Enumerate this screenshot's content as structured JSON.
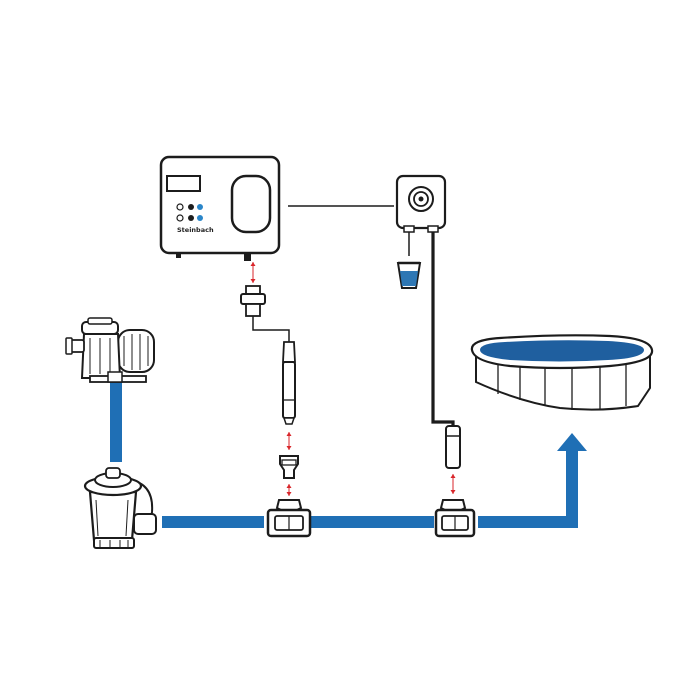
{
  "diagram": {
    "brand_label": "Steinbach",
    "colors": {
      "pipe": "#1f6fb5",
      "pool_water": "#1f5f9f",
      "outline": "#1c1c1c",
      "connector_arrow": "#d9262b",
      "led": "#2a86c9",
      "cup_liquid": "#2e77b4"
    },
    "components": [
      {
        "id": "control-unit",
        "icon": "control-unit-icon"
      },
      {
        "id": "dosing-pump",
        "icon": "peristaltic-pump-icon"
      },
      {
        "id": "canister",
        "icon": "chemical-cup-icon"
      },
      {
        "id": "pool-pump",
        "icon": "pool-pump-icon"
      },
      {
        "id": "sand-filter",
        "icon": "sand-filter-icon"
      },
      {
        "id": "ph-probe",
        "icon": "probe-icon"
      },
      {
        "id": "pool",
        "icon": "above-ground-pool-icon"
      }
    ]
  }
}
